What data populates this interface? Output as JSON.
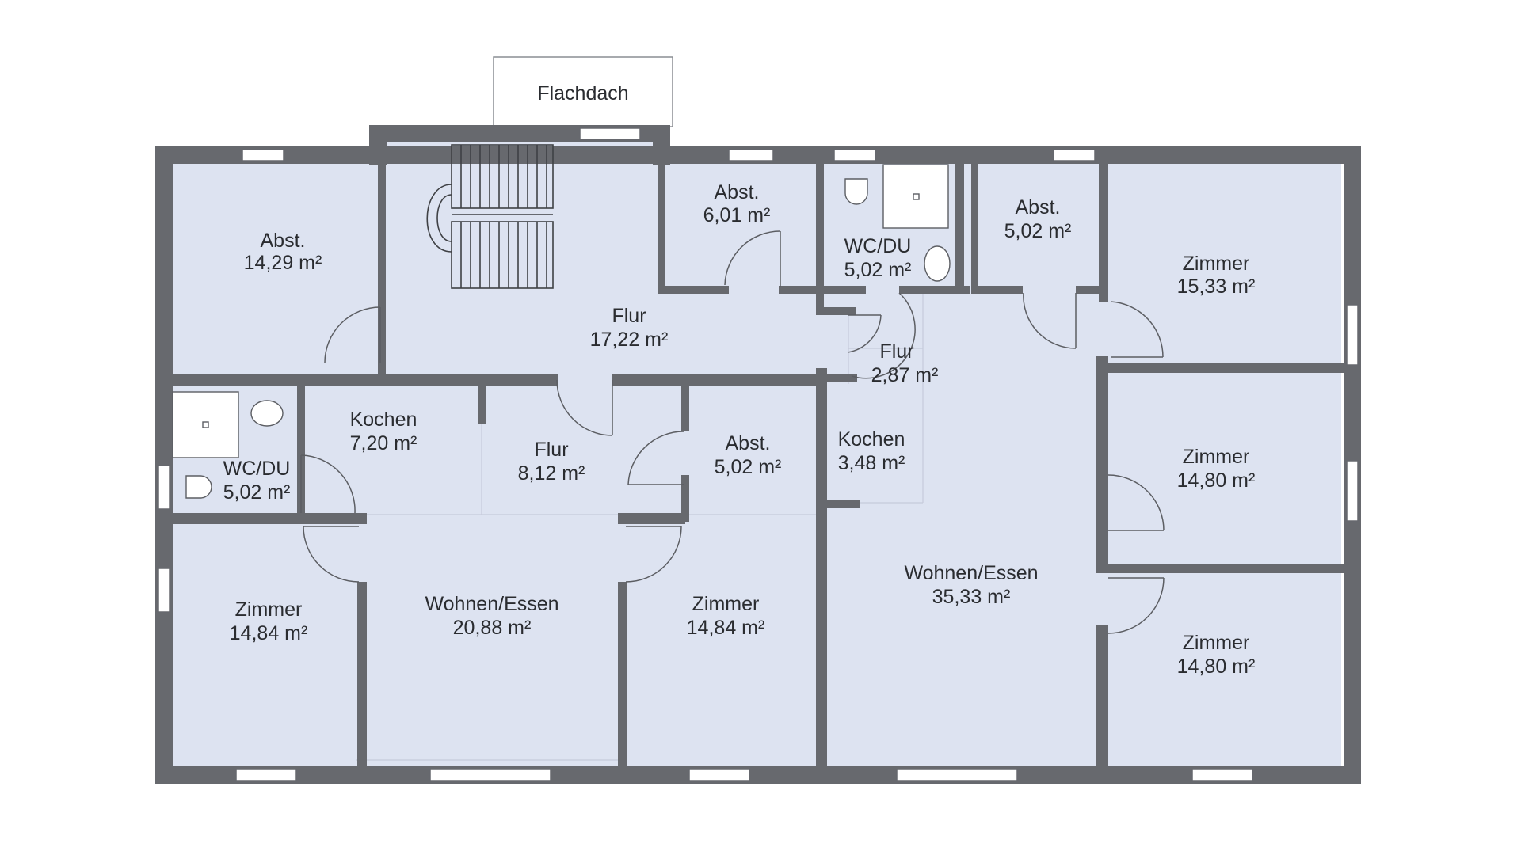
{
  "roof_label": "Flachdach",
  "rooms": [
    {
      "id": "abst-nw",
      "name": "Abst.",
      "area": "14,29 m²"
    },
    {
      "id": "flur-main",
      "name": "Flur",
      "area": "17,22 m²"
    },
    {
      "id": "abst-n",
      "name": "Abst.",
      "area": "6,01 m²"
    },
    {
      "id": "wcdu-n",
      "name": "WC/DU",
      "area": "5,02 m²"
    },
    {
      "id": "abst-ne",
      "name": "Abst.",
      "area": "5,02 m²"
    },
    {
      "id": "zimmer-ne",
      "name": "Zimmer",
      "area": "15,33 m²"
    },
    {
      "id": "flur-small",
      "name": "Flur",
      "area": "2,87 m²"
    },
    {
      "id": "wcdu-w",
      "name": "WC/DU",
      "area": "5,02 m²"
    },
    {
      "id": "kochen-w",
      "name": "Kochen",
      "area": "7,20 m²"
    },
    {
      "id": "flur-w",
      "name": "Flur",
      "area": "8,12 m²"
    },
    {
      "id": "abst-c",
      "name": "Abst.",
      "area": "5,02 m²"
    },
    {
      "id": "kochen-e",
      "name": "Kochen",
      "area": "3,48 m²"
    },
    {
      "id": "zimmer-e1",
      "name": "Zimmer",
      "area": "14,80 m²"
    },
    {
      "id": "zimmer-sw",
      "name": "Zimmer",
      "area": "14,84 m²"
    },
    {
      "id": "wohnen-w",
      "name": "Wohnen/Essen",
      "area": "20,88 m²"
    },
    {
      "id": "zimmer-sc",
      "name": "Zimmer",
      "area": "14,84 m²"
    },
    {
      "id": "wohnen-e",
      "name": "Wohnen/Essen",
      "area": "35,33 m²"
    },
    {
      "id": "zimmer-e2",
      "name": "Zimmer",
      "area": "14,80 m²"
    }
  ]
}
